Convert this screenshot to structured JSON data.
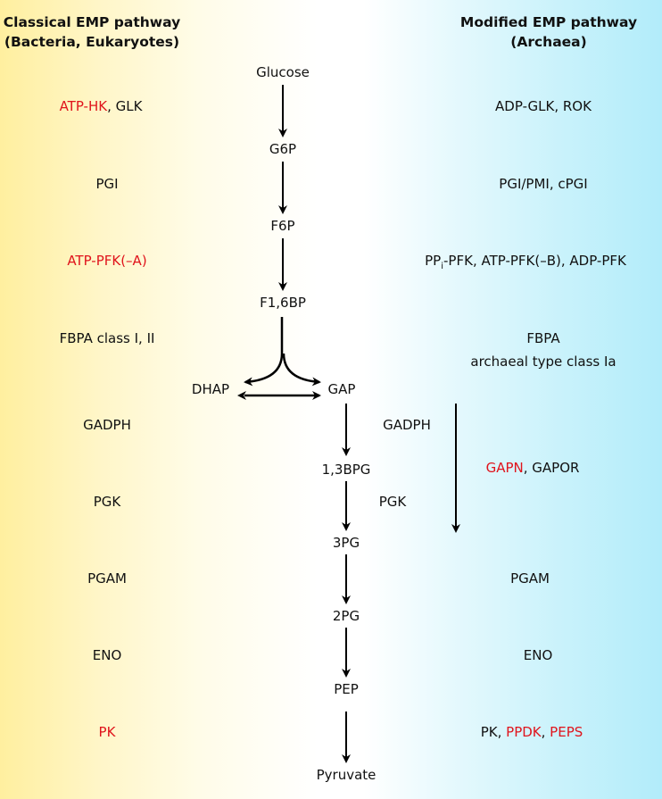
{
  "headers": {
    "left_line1": "Classical EMP pathway",
    "left_line2": "(Bacteria, Eukaryotes)",
    "right_line1": "Modified EMP pathway",
    "right_line2": "(Archaea)"
  },
  "metabolites": {
    "glucose": "Glucose",
    "g6p": "G6P",
    "f6p": "F6P",
    "f16bp": "F1,6BP",
    "dhap": "DHAP",
    "gap": "GAP",
    "bpg13": "1,3BPG",
    "pg3": "3PG",
    "pg2": "2PG",
    "pep": "PEP",
    "pyruvate": "Pyruvate"
  },
  "classical": {
    "step1_red": "ATP-HK",
    "step1_rest": ", GLK",
    "step2": "PGI",
    "step3_red": "ATP-PFK(–A)",
    "step4": "FBPA class I, II",
    "step5": "GADPH",
    "step6": "PGK",
    "step7": "PGAM",
    "step8": "ENO",
    "step9_red": "PK"
  },
  "center_enzymes": {
    "gadph": "GADPH",
    "pgk": "PGK"
  },
  "modified": {
    "step1": "ADP-GLK, ROK",
    "step2": "PGI/PMI, cPGI",
    "step3_pp": "PP",
    "step3_sub": "i",
    "step3_rest": "-PFK, ATP-PFK(–B), ADP-PFK",
    "step4_line1": "FBPA",
    "step4_line2": "archaeal type class Ia",
    "step5_red": "GAPN",
    "step5_rest": ", GAPOR",
    "step7": "PGAM",
    "step8": "ENO",
    "step9_black": "PK, ",
    "step9_red1": "PPDK",
    "step9_sep": ", ",
    "step9_red2": "PEPS"
  }
}
